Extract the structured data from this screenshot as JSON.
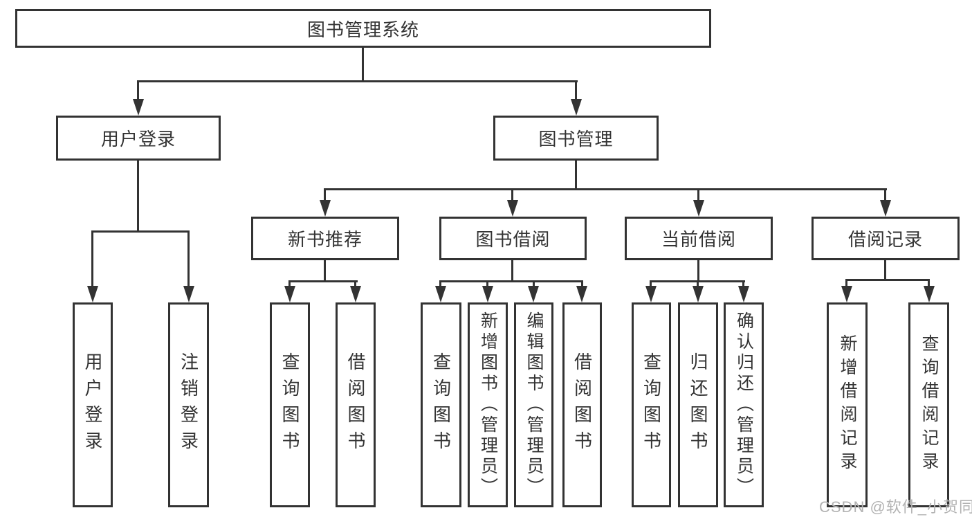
{
  "colors": {
    "line": "#333333",
    "text": "#333333",
    "watermark": "#b3b3b3",
    "background": "#ffffff"
  },
  "watermark": {
    "text": "CSDN @软件_小贺同学"
  },
  "tree": {
    "label": "图书管理系统",
    "children": [
      {
        "label": "用户登录",
        "children": [
          {
            "label": "用户登录"
          },
          {
            "label": "注销登录"
          }
        ]
      },
      {
        "label": "图书管理",
        "children": [
          {
            "label": "新书推荐",
            "children": [
              {
                "label": "查询图书"
              },
              {
                "label": "借阅图书"
              }
            ]
          },
          {
            "label": "图书借阅",
            "children": [
              {
                "label": "查询图书"
              },
              {
                "label": "新增图书（管理员）"
              },
              {
                "label": "编辑图书（管理员）"
              },
              {
                "label": "借阅图书"
              }
            ]
          },
          {
            "label": "当前借阅",
            "children": [
              {
                "label": "查询图书"
              },
              {
                "label": "归还图书"
              },
              {
                "label": "确认归还（管理员）"
              }
            ]
          },
          {
            "label": "借阅记录",
            "children": [
              {
                "label": "新增借阅记录"
              },
              {
                "label": "查询借阅记录"
              }
            ]
          }
        ]
      }
    ]
  }
}
